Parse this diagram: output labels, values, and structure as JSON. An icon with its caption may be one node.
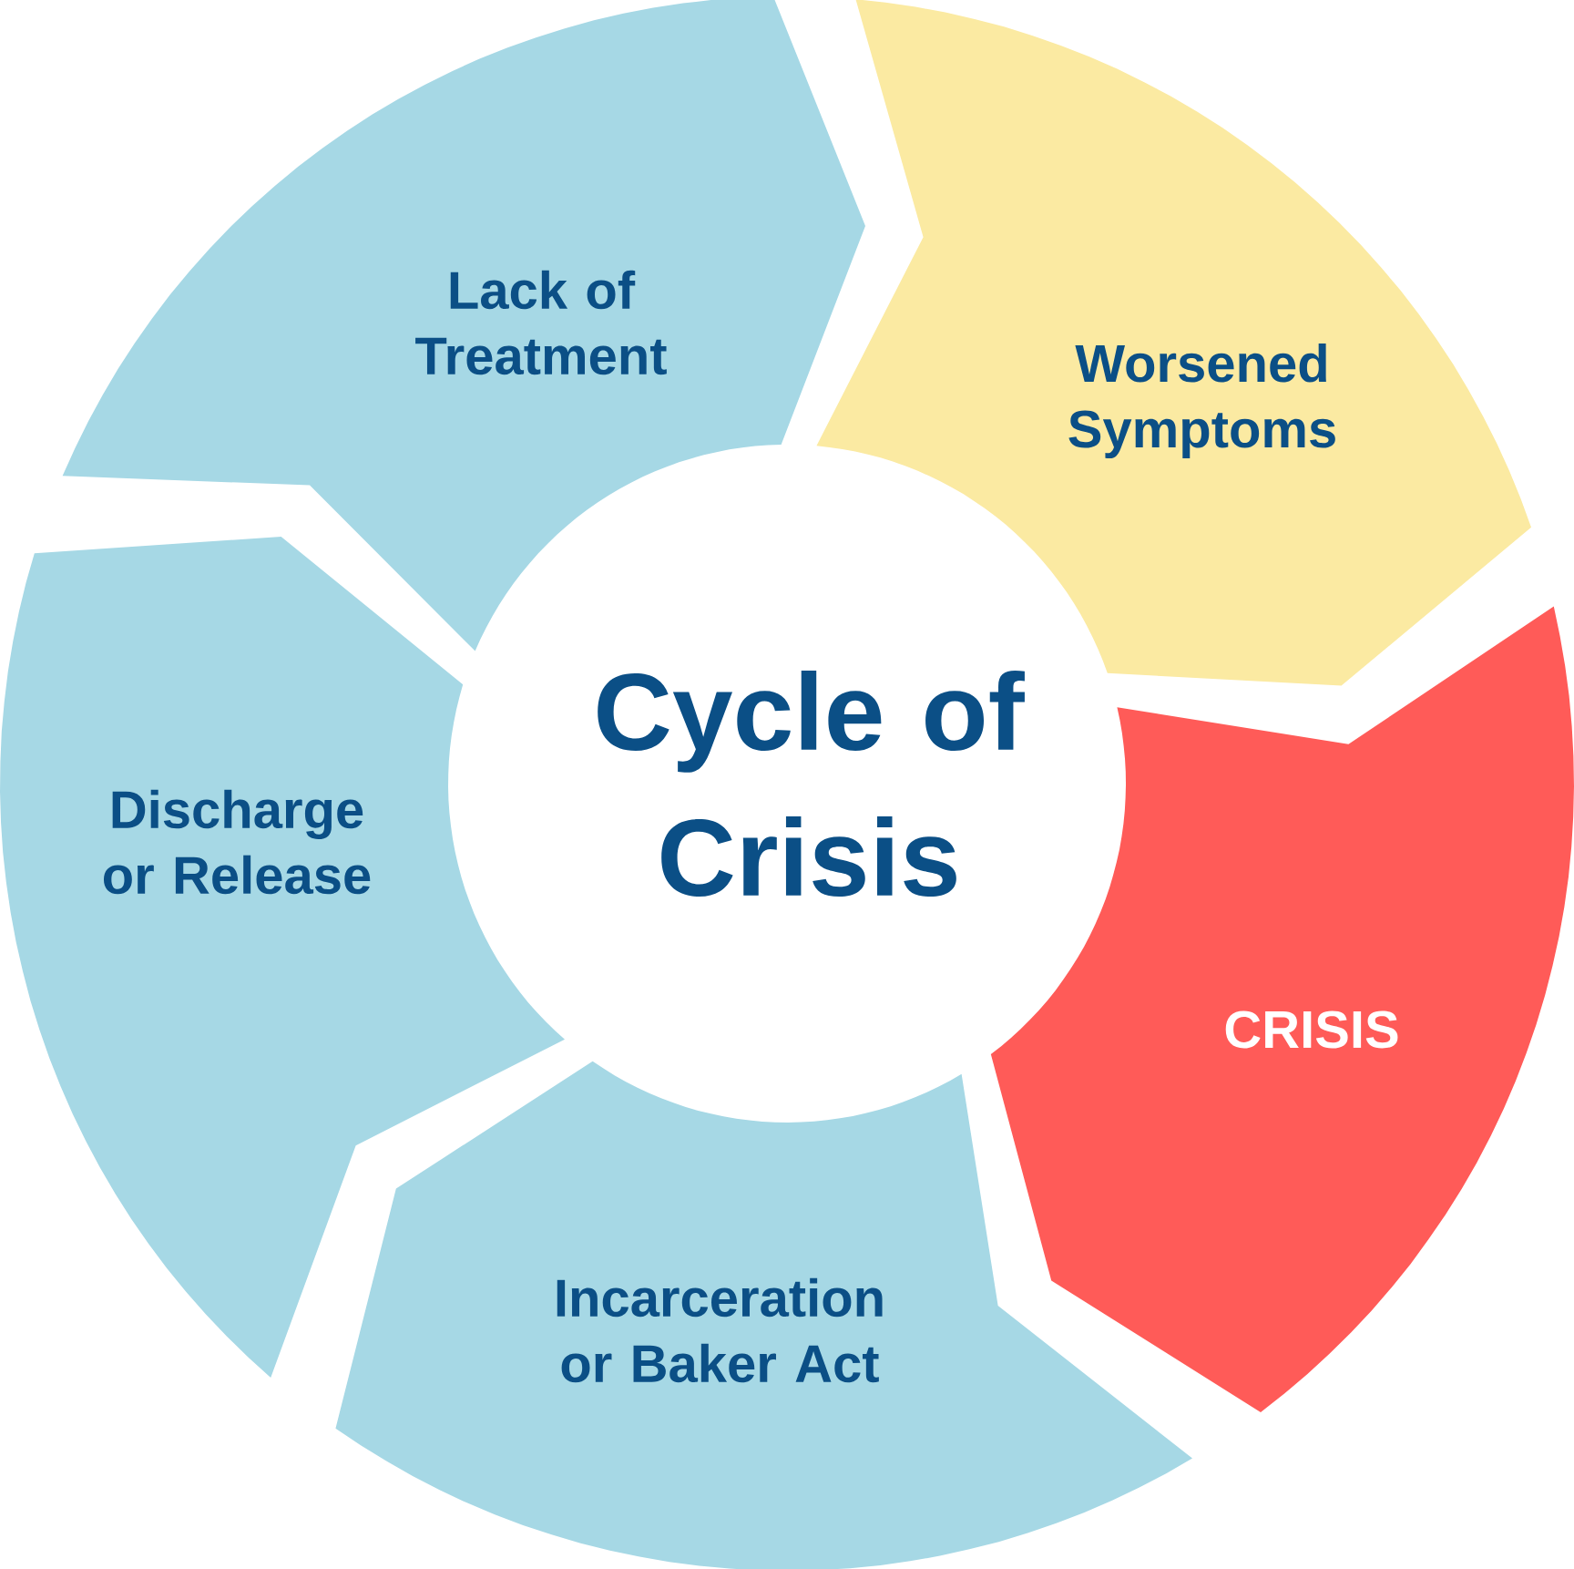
{
  "diagram": {
    "title": "Cycle of Crisis",
    "nodes": [
      {
        "text": [
          "Lack of Treatment"
        ]
      },
      {
        "text": [
          "Worsened Symptoms"
        ]
      },
      {
        "text": [
          "CRISIS"
        ]
      },
      {
        "text": [
          "Incarceration or Baker Act"
        ]
      },
      {
        "text": [
          "Discharge or Release"
        ]
      }
    ]
  }
}
